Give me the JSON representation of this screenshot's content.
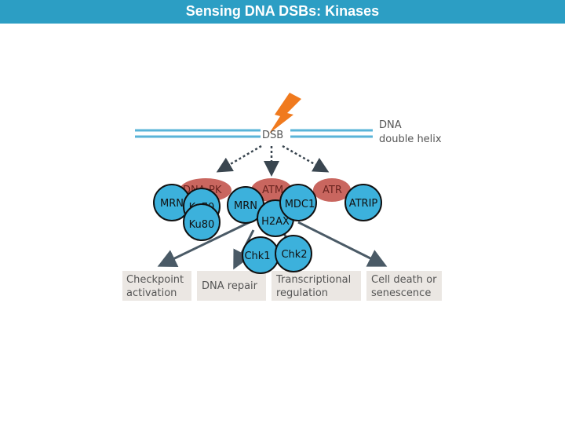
{
  "slide": {
    "title": "Sensing DNA DSBs: Kinases"
  },
  "colors": {
    "title_bar": "#2c9ec4",
    "helix": "#5ab4d8",
    "kinase_blob": "#c9665f",
    "bubble_fill": "#3cb1dc",
    "bubble_stroke": "#111111",
    "outcome_box": "#ebe7e3",
    "arrow": "#4a5a66",
    "lightning": "#f07a1e"
  },
  "diagram": {
    "dsb_label": "DSB",
    "helix_label_line1": "DNA",
    "helix_label_line2": "double helix",
    "kinases": {
      "dnapk": "DNA-PK",
      "atm": "ATM",
      "atr": "ATR"
    },
    "bubbles": {
      "mrn_left": "MRN",
      "ku70": "Ku70",
      "ku80": "Ku80",
      "mrn_center": "MRN",
      "mdc1": "MDC1",
      "h2ax": "H2AX",
      "atrip": "ATRIP",
      "chk1": "Chk1",
      "chk2": "Chk2"
    },
    "outcomes": {
      "checkpoint_line1": "Checkpoint",
      "checkpoint_line2": "activation",
      "repair": "DNA repair",
      "transcription_line1": "Transcriptional",
      "transcription_line2": "regulation",
      "death_line1": "Cell death or",
      "death_line2": "senescence"
    }
  }
}
